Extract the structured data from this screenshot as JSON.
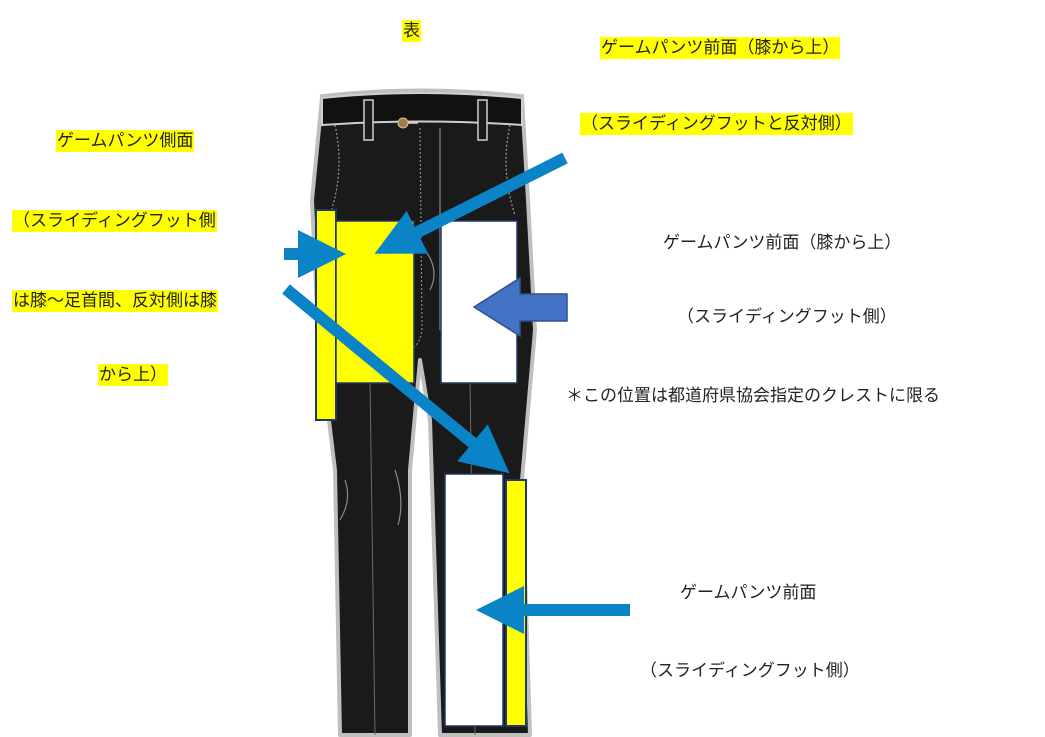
{
  "title": "表",
  "colors": {
    "highlight": "#ffff00",
    "pants": "#1a1a1a",
    "arrow_blue": "#0a84c6",
    "arrow_dark_blue": "#4472c4",
    "patch_yellow": "#ffff00",
    "patch_white": "#ffffff"
  },
  "labels": {
    "top_right_line1": "ゲームパンツ前面（膝から上）",
    "top_right_line2": "（スライディングフットと反対側）",
    "left_line1": "ゲームパンツ側面",
    "left_line2": "（スライディングフット側",
    "left_line3": "は膝～足首間、反対側は膝",
    "left_line4": "から上）",
    "mid_right_line1": "ゲームパンツ前面（膝から上）",
    "mid_right_line2": "（スライディングフット側）",
    "note": "＊この位置は都道府県協会指定のクレストに限る",
    "bottom_right_line1": "ゲームパンツ前面",
    "bottom_right_line2": "（スライディングフット側）"
  },
  "icons": [
    "pants-illustration",
    "arrow-icon"
  ]
}
